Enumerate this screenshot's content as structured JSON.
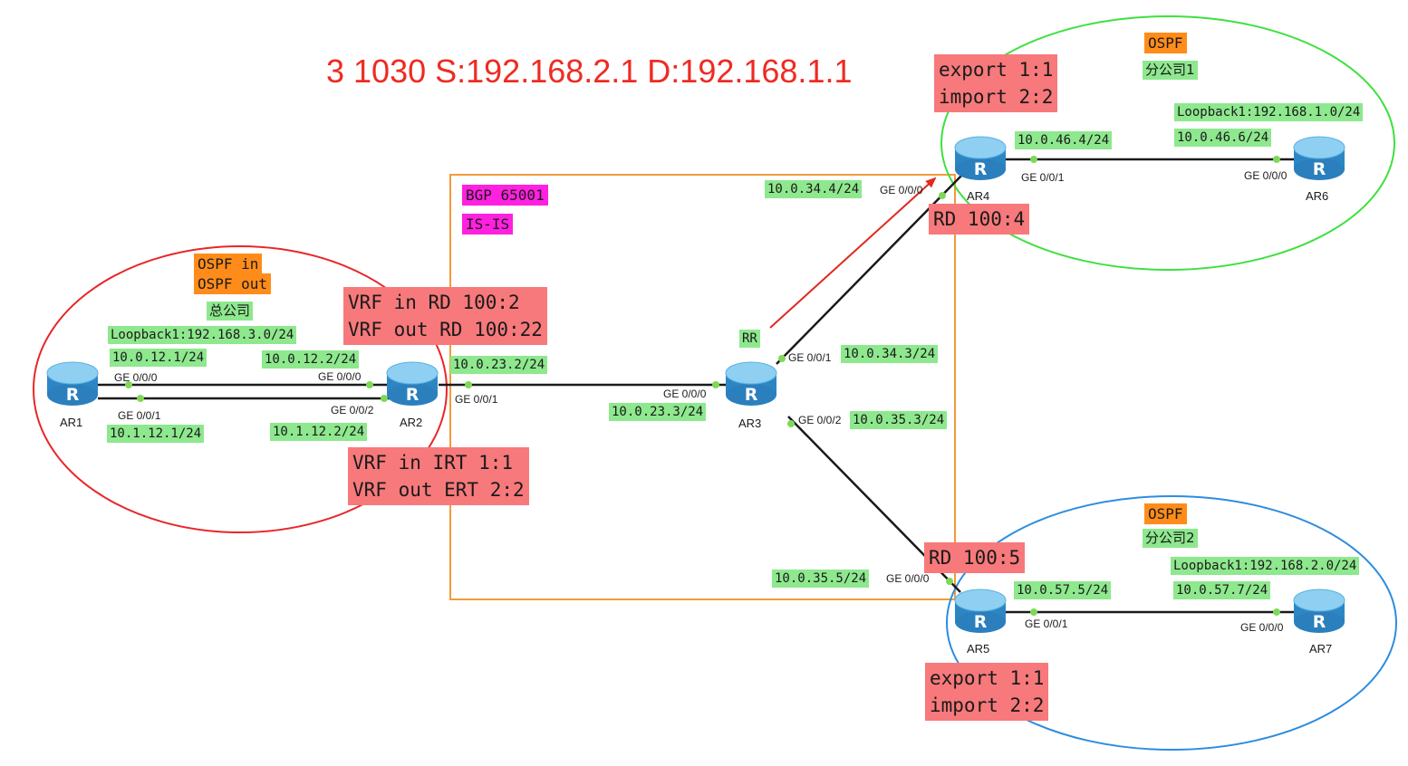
{
  "headline": "3 1030 S:192.168.2.1 D:192.168.1.1",
  "colors": {
    "hq_ring": "#e8262a",
    "branch1_ring": "#3fe03f",
    "branch2_ring": "#2c8ddf",
    "bgp_box": "#f39a3a",
    "arrow": "#e02a20",
    "label_green": "#8ee88e",
    "label_red": "#f7797b",
    "label_orange": "#ff8c1a",
    "label_magenta": "#ff20e0",
    "router": "#3aa0d8"
  },
  "icons": {
    "router": "router-icon",
    "arrow": "arrow-icon"
  },
  "routers": {
    "ar1": "AR1",
    "ar2": "AR2",
    "ar3": "AR3",
    "ar4": "AR4",
    "ar5": "AR5",
    "ar6": "AR6",
    "ar7": "AR7"
  },
  "hq": {
    "protocol_in": "OSPF in",
    "protocol_out": "OSPF out",
    "site": "总公司",
    "loopback": "Loopback1:192.168.3.0/24",
    "ar1_ge000_ip": "10.0.12.1/24",
    "ar2_ge000_ip": "10.0.12.2/24",
    "ar1_ge001_ip": "10.1.12.1/24",
    "ar2_ge002_ip": "10.1.12.2/24"
  },
  "branch1": {
    "protocol": "OSPF",
    "site": "分公司1",
    "loopback": "Loopback1:192.168.1.0/24",
    "ar4_ip": "10.0.46.4/24",
    "ar6_ip": "10.0.46.6/24",
    "policy": "export 1:1\nimport 2:2",
    "rd": "RD 100:4"
  },
  "branch2": {
    "protocol": "OSPF",
    "site": "分公司2",
    "loopback": "Loopback1:192.168.2.0/24",
    "ar5_ip": "10.0.57.5/24",
    "ar7_ip": "10.0.57.7/24",
    "policy": "export 1:1\nimport 2:2",
    "rd": "RD 100:5"
  },
  "core": {
    "bgp": "BGP 65001",
    "igp": "IS-IS",
    "rr": "RR",
    "ar2_ge001_ip": "10.0.23.2/24",
    "ar3_ge000_ip": "10.0.23.3/24",
    "ar3_ge001_ip": "10.0.34.3/24",
    "ar3_ge002_ip": "10.0.35.3/24",
    "ar4_ge000_ip": "10.0.34.4/24",
    "ar5_ge000_ip": "10.0.35.5/24",
    "vrf_rd": "VRF in RD 100:2\nVRF out RD 100:22",
    "vrf_rt": "VRF in IRT 1:1\nVRF out ERT 2:2"
  },
  "ports": {
    "ge000": "GE 0/0/0",
    "ge001": "GE 0/0/1",
    "ge002": "GE 0/0/2"
  }
}
